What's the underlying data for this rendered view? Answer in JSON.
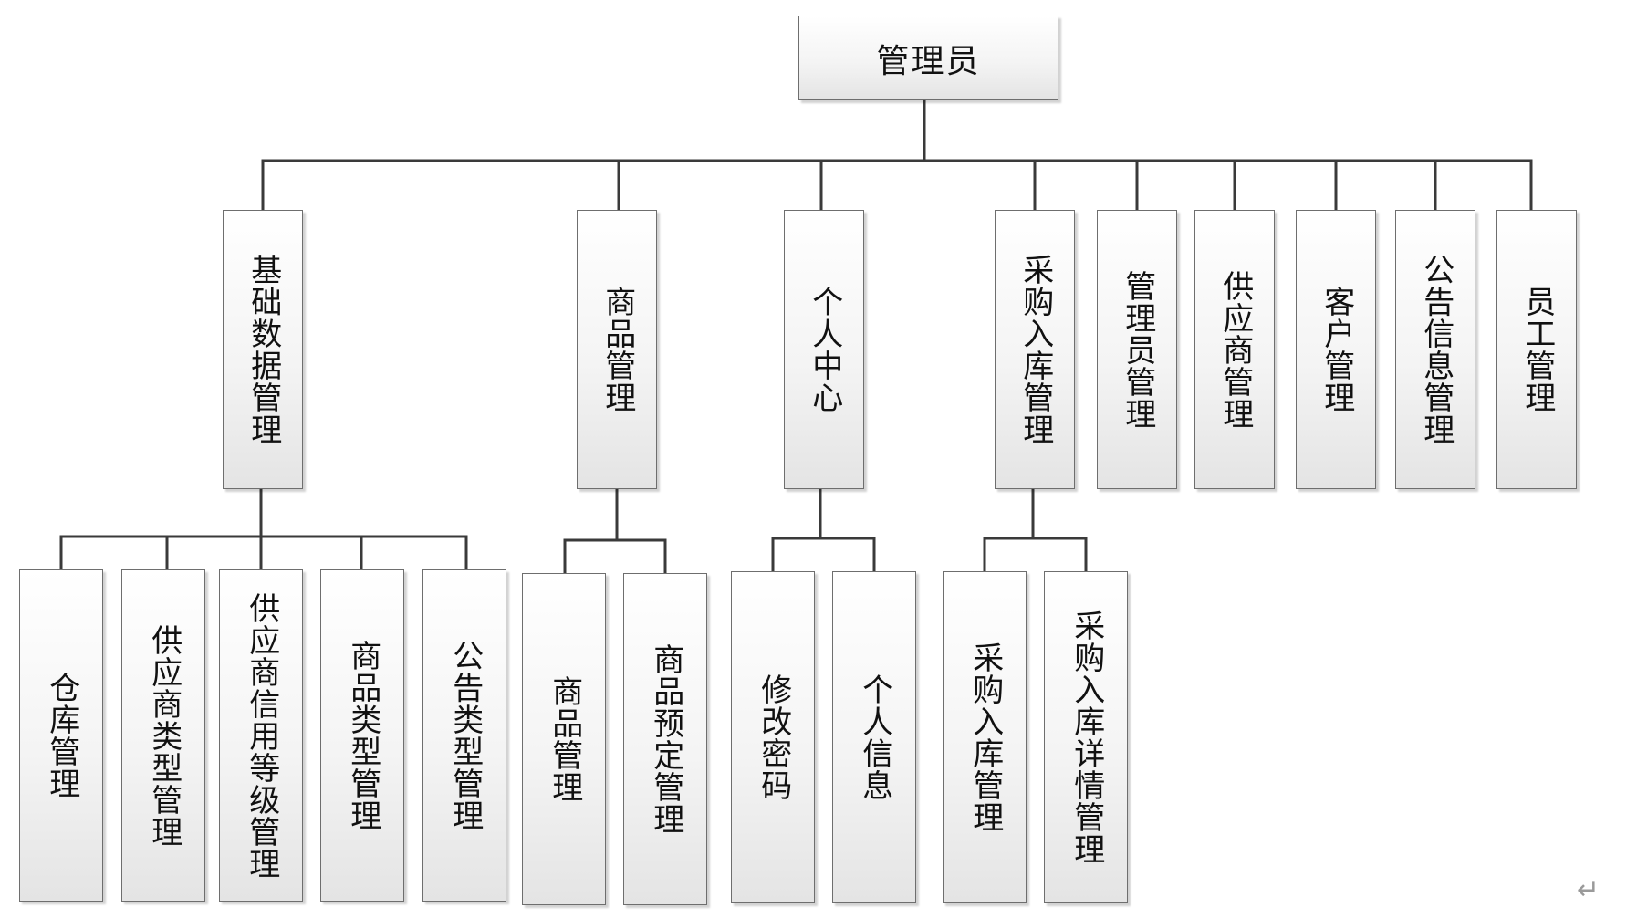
{
  "root": {
    "label": "管理员"
  },
  "level1": [
    {
      "label": "基础数据管理",
      "children": [
        "仓库管理",
        "供应商类型管理",
        "供应商信用等级管理",
        "商品类型管理",
        "公告类型管理"
      ]
    },
    {
      "label": "商品管理",
      "children": [
        "商品管理",
        "商品预定管理"
      ]
    },
    {
      "label": "个人中心",
      "children": [
        "修改密码",
        "个人信息"
      ]
    },
    {
      "label": "采购入库管理",
      "children": [
        "采购入库管理",
        "采购入库详情管理"
      ]
    },
    {
      "label": "管理员管理",
      "children": []
    },
    {
      "label": "供应商管理",
      "children": []
    },
    {
      "label": "客户管理",
      "children": []
    },
    {
      "label": "公告信息管理",
      "children": []
    },
    {
      "label": "员工管理",
      "children": []
    }
  ],
  "return_mark": "↵"
}
